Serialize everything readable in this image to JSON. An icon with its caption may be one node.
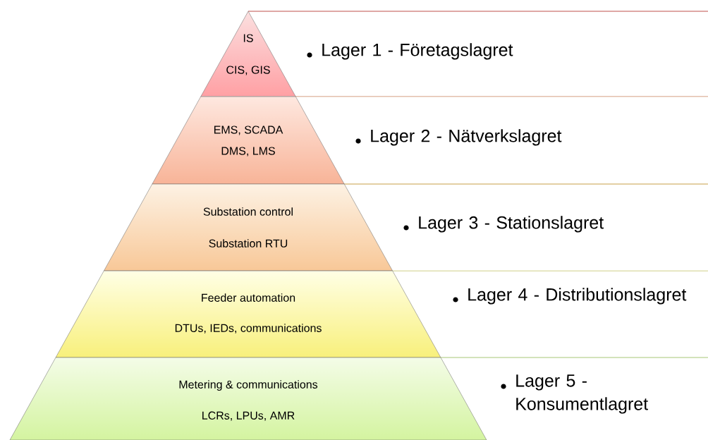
{
  "diagram": {
    "nodes": [
      {
        "text": [
          "IS",
          "CIS, GIS"
        ],
        "beside": [
          "Lager 1 - Företagslagret"
        ]
      },
      {
        "text": [
          "EMS, SCADA",
          "DMS, LMS"
        ],
        "beside": [
          "Lager 2 - Nätverkslagret"
        ]
      },
      {
        "text": [
          "Substation control",
          "Substation RTU"
        ],
        "beside": [
          "Lager 3 - Stationslagret"
        ]
      },
      {
        "text": [
          "Feeder automation",
          "DTUs, IEDs, communications"
        ],
        "beside": [
          "Lager 4 - Distributionslagret"
        ]
      },
      {
        "text": [
          "Metering & communications",
          "LCRs, LPUs, AMR"
        ],
        "beside": [
          "Lager 5 - Konsumentlagret"
        ]
      }
    ]
  }
}
